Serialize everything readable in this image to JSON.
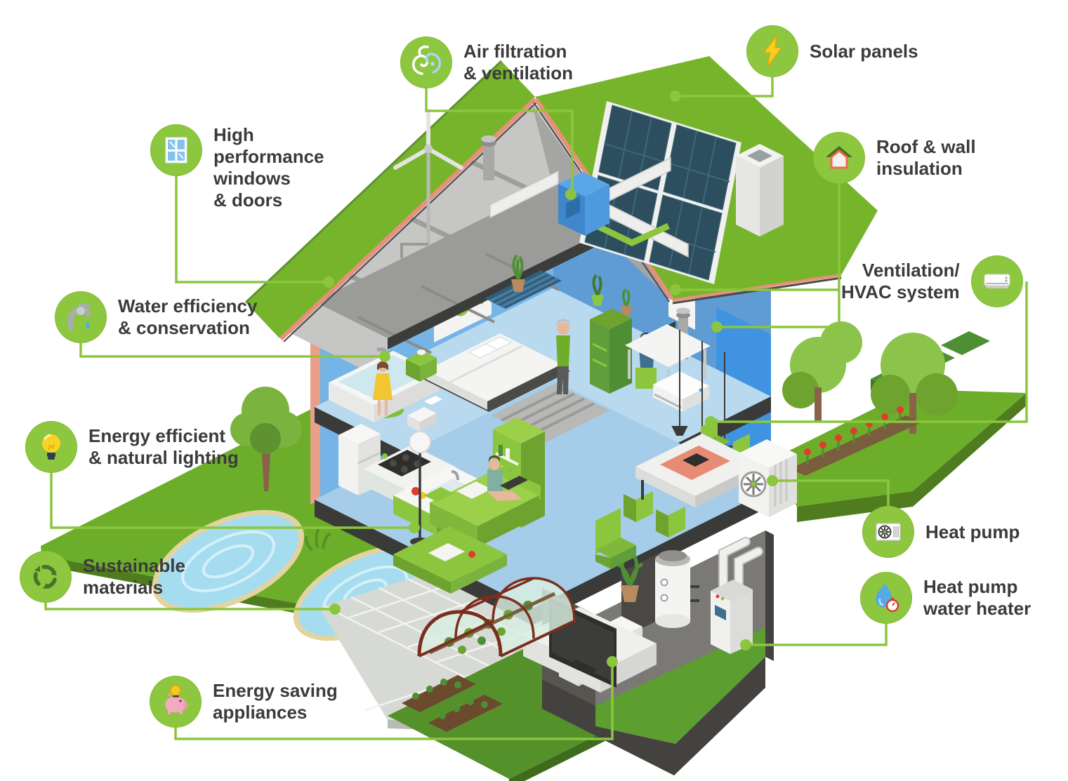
{
  "colors": {
    "accent_green": "#8cc63e",
    "badge_green": "#8dc63f",
    "label_text": "#3b3b3b",
    "roof_green": "#76b52b",
    "wall_blue": "#74b4e6",
    "solar_panel_blue": "#2c4e5e"
  },
  "features": [
    {
      "id": "air-filtration",
      "icon": "air-swirl-icon",
      "label": "Air filtration\n& ventilation"
    },
    {
      "id": "solar-panels",
      "icon": "lightning-bolt-icon",
      "label": "Solar panels"
    },
    {
      "id": "windows-doors",
      "icon": "window-icon",
      "label": "High\nperformance\nwindows\n& doors"
    },
    {
      "id": "roof-insulation",
      "icon": "insulated-house-icon",
      "label": "Roof & wall\ninsulation"
    },
    {
      "id": "water-efficiency",
      "icon": "faucet-icon",
      "label": "Water efficiency\n& conservation"
    },
    {
      "id": "hvac-system",
      "icon": "ac-unit-icon",
      "label": "Ventilation/\nHVAC system"
    },
    {
      "id": "efficient-light",
      "icon": "lightbulb-icon",
      "label": "Energy efficient\n& natural lighting"
    },
    {
      "id": "heat-pump",
      "icon": "heat-pump-fan-icon",
      "label": "Heat pump"
    },
    {
      "id": "sustainable",
      "icon": "recycle-leaves-icon",
      "label": "Sustainable\nmaterials"
    },
    {
      "id": "hp-water-heater",
      "icon": "water-drop-timer-icon",
      "label": "Heat pump\nwater heater"
    },
    {
      "id": "saving-appliances",
      "icon": "piggy-bank-icon",
      "label": "Energy saving\nappliances"
    }
  ]
}
